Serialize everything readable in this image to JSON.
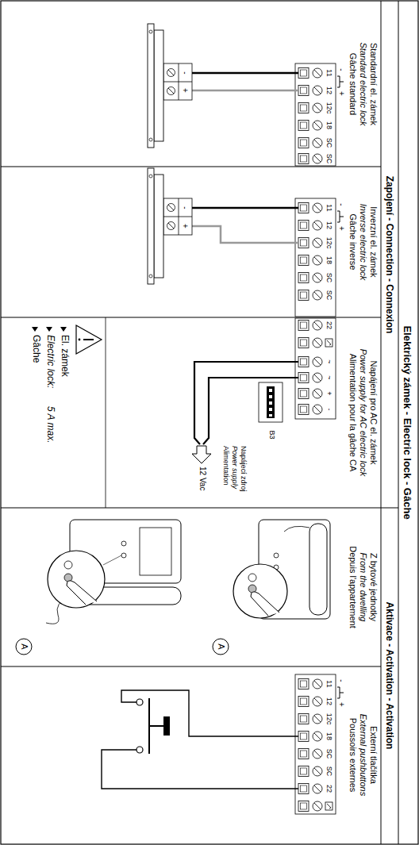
{
  "diagram": {
    "title": "Elektrický zámek - Electric lock - Gâche",
    "nodes": [
      {
        "text": [
          "Zapojení - Connection - Connexion"
        ]
      },
      {
        "text": [
          "Aktivace - Activation - Activation"
        ]
      },
      {
        "text": [
          "Standardní el. zámek",
          "Standard electric lock",
          "Gâche standard"
        ]
      },
      {
        "text": [
          "Inverzní el. zámek",
          "Inverse electric lock",
          "Gâche inverse"
        ]
      },
      {
        "text": [
          "Napájení pro AC el. zámek",
          "Power supply for AC electric lock",
          "Alimentation pour la gâche CA"
        ]
      },
      {
        "text": [
          "Z bytové jednotky",
          "From the dwelling",
          "Depuis l'appartement"
        ]
      },
      {
        "text": [
          "Externí tlačítka",
          "External pushbuttons",
          "Poussoirs externes"
        ]
      }
    ],
    "labels": [
      "-",
      "+",
      "11",
      "12",
      "12c",
      "18",
      "SC",
      "SC",
      "-",
      "+",
      "-",
      "+",
      "11",
      "12",
      "12c",
      "18",
      "SC",
      "SC",
      "-",
      "+",
      "22",
      "~",
      "~",
      "+",
      "-",
      "B3",
      "Napájecí zdroj",
      "Power supply",
      "Alimentation",
      "12 Vac",
      "El. zámek",
      "Electric lock:",
      "5 A max.",
      "Gâche",
      "A",
      "A",
      "-",
      "+",
      "11",
      "12",
      "12c",
      "18",
      "SC",
      "SC",
      "22"
    ]
  }
}
